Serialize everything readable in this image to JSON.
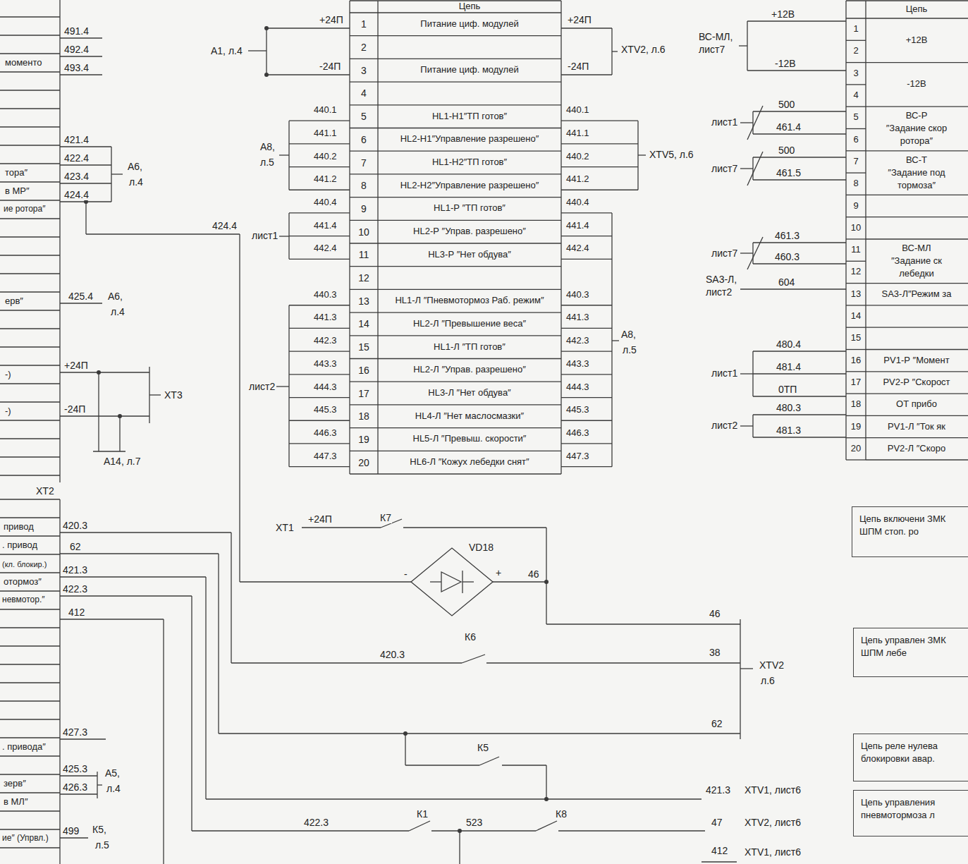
{
  "diagram": {
    "nodes": [
      {
        "text": [
          "Цепь включени ЗМК ШПМ стоп. ро"
        ]
      },
      {
        "text": [
          "Цепь управлен ЗМК ШПМ лебе"
        ]
      },
      {
        "text": [
          "Цепь реле нулева блокировки авар."
        ]
      },
      {
        "text": [
          "Цепь управления пневмотормоза л"
        ]
      }
    ],
    "labels": [
      "491.4",
      "492.4",
      "493.4",
      "моменто",
      "421.4",
      "422.4",
      "423.4",
      "424.4",
      "тора″",
      "в МР″",
      "ие ротора″",
      "А6,",
      "л.4",
      "425.4",
      "А6,",
      "л.4",
      "ерв″",
      "+24П",
      "-24П",
      "ХТ3",
      "А14, л.7",
      "-)",
      "-)",
      "ХТ2",
      "420.3",
      "62",
      "421.3",
      "422.3",
      "412",
      "привод",
      ". привод",
      "(кл. блокир.)",
      "отормоз″",
      "невмотор.″",
      "427.3",
      ". привода″",
      "425.3",
      "426.3",
      "зерв″",
      "в МЛ″",
      "А5,",
      "л.4",
      "499",
      "К5,",
      "л.5",
      "ие″ (Упрвл.)",
      "+24П",
      "-24П",
      "А1, л.4",
      "Цепь",
      "+24П",
      "-24П",
      "XTV2, л.6",
      "1",
      "2",
      "3",
      "4",
      "5",
      "6",
      "7",
      "8",
      "9",
      "10",
      "11",
      "12",
      "13",
      "14",
      "15",
      "16",
      "17",
      "18",
      "19",
      "20",
      "Питание циф. модулей",
      "Питание циф. модулей",
      "HL1-H1″ТП готов″",
      "HL2-H1″Управление разрешено″",
      "HL1-H2″ТП готов″",
      "HL2-H2″Управление разрешено″",
      "HL1-Р ″ТП готов″",
      "HL2-Р ″Управ. разрешено″",
      "HL3-Р ″Нет обдува″",
      "HL1-Л ″Пневмотормоз Раб. режим″",
      "HL2-Л ″Превышение веса″",
      "HL1-Л ″ТП готов″",
      "HL2-Л ″Управ. разрешено″",
      "HL3-Л ″Нет обдува″",
      "HL4-Л ″Нет маслосмазки″",
      "HL5-Л ″Превыш. скорости″",
      "HL6-Л ″Кожух лебедки снят″",
      "440.1",
      "441.1",
      "440.2",
      "441.2",
      "440.4",
      "441.4",
      "442.4",
      "440.3",
      "441.3",
      "442.3",
      "443.3",
      "444.3",
      "445.3",
      "446.3",
      "447.3",
      "440.1",
      "441.1",
      "440.2",
      "441.2",
      "440.4",
      "441.4",
      "442.4",
      "440.3",
      "441.3",
      "442.3",
      "443.3",
      "444.3",
      "445.3",
      "446.3",
      "447.3",
      "А8,",
      "л.5",
      "лист1",
      "лист2",
      "XTV5, л.6",
      "А8,",
      "л.5",
      "424.4",
      "XT1",
      "+24П",
      "К7",
      "VD18",
      "-",
      "+",
      "46",
      "46",
      "К6",
      "420.3",
      "38",
      "XTV2",
      "л.6",
      "62",
      "К5",
      "421.3",
      "XTV1, лист6",
      "422.3",
      "К1",
      "523",
      "К8",
      "47",
      "XTV2, лист6",
      "412",
      "XTV1, лист6",
      "+12В",
      "ВС-МЛ,",
      "лист7",
      "-12В",
      "лист1",
      "500",
      "461.4",
      "лист7",
      "500",
      "461.5",
      "лист7",
      "461.3",
      "460.3",
      "SA3-Л,",
      "лист2",
      "604",
      "лист1",
      "480.4",
      "481.4",
      "0ТП",
      "лист2",
      "480.3",
      "481.3",
      "Цепь",
      "1",
      "2",
      "3",
      "4",
      "5",
      "6",
      "7",
      "8",
      "9",
      "10",
      "11",
      "12",
      "13",
      "14",
      "15",
      "16",
      "17",
      "18",
      "19",
      "20",
      "+12В",
      "-12В",
      "ВС-Р",
      "″Задание скор",
      "ротора″",
      "ВС-Т",
      "″Задание под",
      "тормоза″",
      "ВС-МЛ",
      "″Задание ск",
      "лебедки",
      "SA3-Л″Режим за",
      "PV1-Р ″Момент",
      "PV2-Р ″Скорост",
      "ОТ прибо",
      "PV1-Л ″Ток як",
      "PV2-Л ″Скоро"
    ]
  }
}
